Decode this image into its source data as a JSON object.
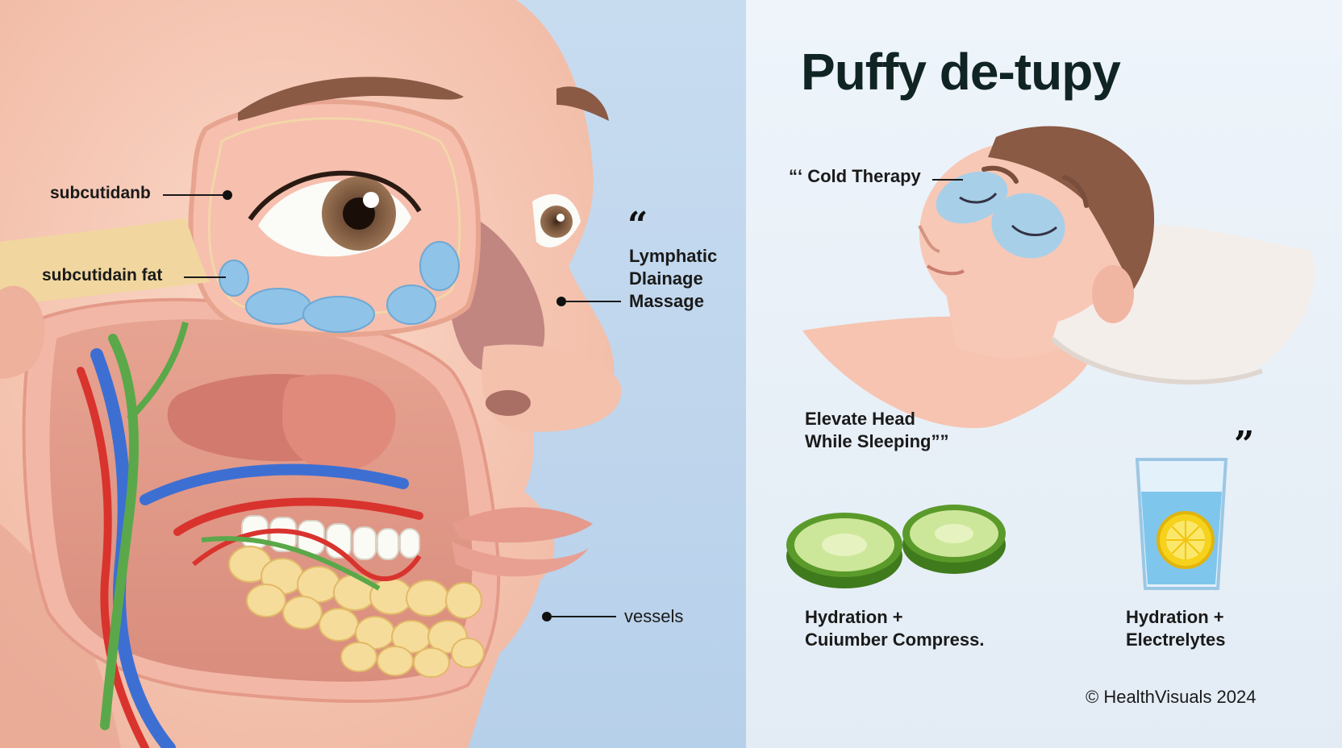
{
  "title": "Puffy de-tupy",
  "labels": {
    "subcutidanb": "subcutidanb",
    "subcutidain_fat": "subcutidain fat",
    "lymphatic_line1": "Lymphatic",
    "lymphatic_line2": "Dlainage",
    "lymphatic_line3": "Massage",
    "vessels": "vessels",
    "cold_therapy": "“‘ Cold Therapy",
    "elevate_line1": "Elevate Head",
    "elevate_line2": "While Sleeping””",
    "cucumber_line1": "Hydration +",
    "cucumber_line2": "Cuiumber Compress.",
    "hydration_line1": "Hydration +",
    "hydration_line2": "Electrelytes",
    "copyright": "© HealthVisuals 2024",
    "open_quote": "“",
    "close_quote": "”"
  },
  "colors": {
    "left_bg": "#bfd6ee",
    "right_bg": "#eaf1f8",
    "title": "#102424",
    "skin": "#f6c7b4",
    "fat_blue": "#8fc3e8",
    "artery": "#d9332e",
    "vein": "#3d6fd3",
    "nerve": "#5aa84a",
    "cucumber": "#5a9a2a",
    "water": "#7fc6ec",
    "lemon": "#f6d21c"
  }
}
